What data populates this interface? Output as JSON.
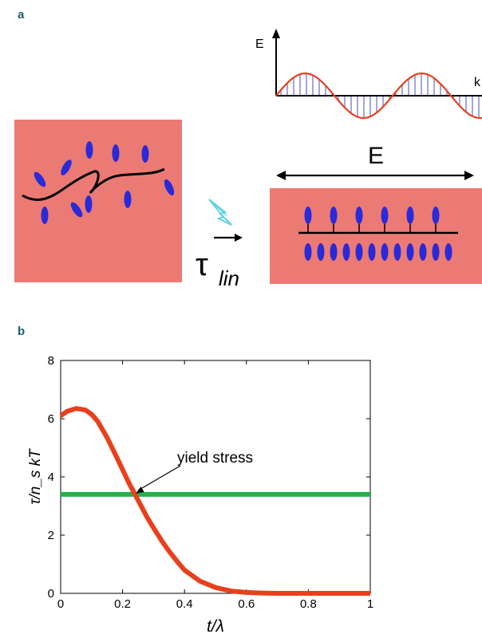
{
  "panel_a": {
    "label": "a",
    "wave_axis_label": "E",
    "wave_axis_label_right": "k",
    "field_label": "E",
    "tau_symbol": "τ",
    "tau_subscript": "lin"
  },
  "panel_b": {
    "label": "b"
  },
  "chart_data": {
    "type": "line",
    "title": "",
    "xlabel": "t/λ",
    "ylabel": "τ/n_s kT",
    "xlim": [
      0,
      1
    ],
    "ylim": [
      0,
      8
    ],
    "x_ticks": [
      0,
      0.2,
      0.4,
      0.6,
      0.8,
      1
    ],
    "x_tick_labels": [
      "0",
      "0.2",
      "0.4",
      "0.6",
      "0.8",
      "1"
    ],
    "y_ticks": [
      0,
      2,
      4,
      6,
      8
    ],
    "y_tick_labels": [
      "0",
      "2",
      "4",
      "6",
      "8"
    ],
    "grid": false,
    "annotation": {
      "text": "yield stress",
      "arrow_to": [
        0.24,
        3.4
      ]
    },
    "series": [
      {
        "color": "#e8401c",
        "x": [
          0,
          0.02,
          0.05,
          0.08,
          0.1,
          0.12,
          0.15,
          0.18,
          0.2,
          0.22,
          0.25,
          0.28,
          0.3,
          0.33,
          0.35,
          0.38,
          0.4,
          0.45,
          0.5,
          0.55,
          0.6,
          0.65,
          0.7,
          0.8,
          0.9,
          1.0
        ],
        "y": [
          6.1,
          6.25,
          6.35,
          6.3,
          6.15,
          5.9,
          5.35,
          4.7,
          4.25,
          3.8,
          3.2,
          2.6,
          2.25,
          1.75,
          1.45,
          1.05,
          0.8,
          0.42,
          0.2,
          0.08,
          0.03,
          0.01,
          0.0,
          0.0,
          0.0,
          0.0
        ]
      },
      {
        "color": "#22b14c",
        "x": [
          0,
          1
        ],
        "y": [
          3.4,
          3.4
        ]
      }
    ]
  },
  "colors": {
    "panel_background": "#ec7a74",
    "polymer": "#000000",
    "molecule": "#2a2ad8",
    "wave": "#e8401c",
    "wave_hatch": "#6a6ac8",
    "light_icon": "#5fd0e8"
  }
}
